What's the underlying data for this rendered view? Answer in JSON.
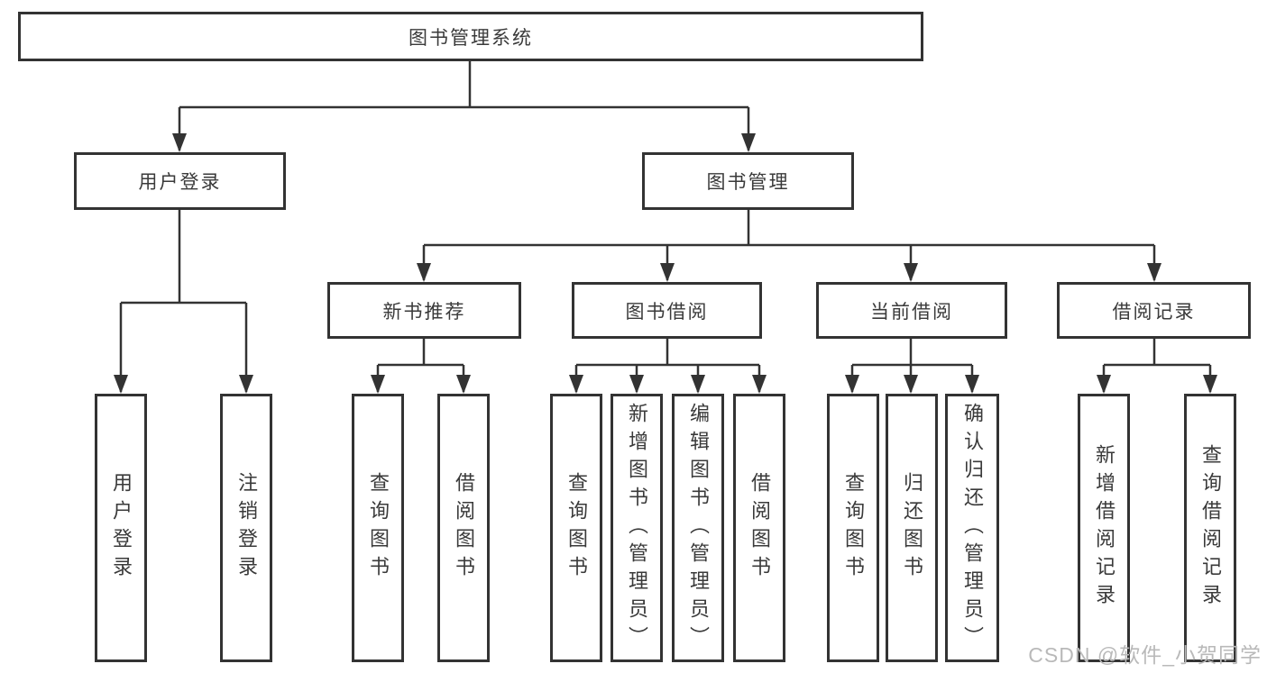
{
  "diagram": {
    "root": {
      "label": "图书管理系统"
    },
    "branches": [
      {
        "label": "用户登录",
        "children": [
          {
            "label": "用户登录"
          },
          {
            "label": "注销登录"
          }
        ]
      },
      {
        "label": "图书管理",
        "children": [
          {
            "label": "新书推荐",
            "children": [
              {
                "label": "查询图书"
              },
              {
                "label": "借阅图书"
              }
            ]
          },
          {
            "label": "图书借阅",
            "children": [
              {
                "label": "查询图书"
              },
              {
                "label": "新增图书（管理员）"
              },
              {
                "label": "编辑图书（管理员）"
              },
              {
                "label": "借阅图书"
              }
            ]
          },
          {
            "label": "当前借阅",
            "children": [
              {
                "label": "查询图书"
              },
              {
                "label": "归还图书"
              },
              {
                "label": "确认归还（管理员）"
              }
            ]
          },
          {
            "label": "借阅记录",
            "children": [
              {
                "label": "新增借阅记录"
              },
              {
                "label": "查询借阅记录"
              }
            ]
          }
        ]
      }
    ]
  },
  "watermark": {
    "text": "CSDN @软件_小贺同学"
  },
  "colors": {
    "box_border": "#333333",
    "connector": "#333333",
    "text": "#3a3a3a",
    "watermark": "#b9b9b9",
    "background": "#ffffff"
  }
}
